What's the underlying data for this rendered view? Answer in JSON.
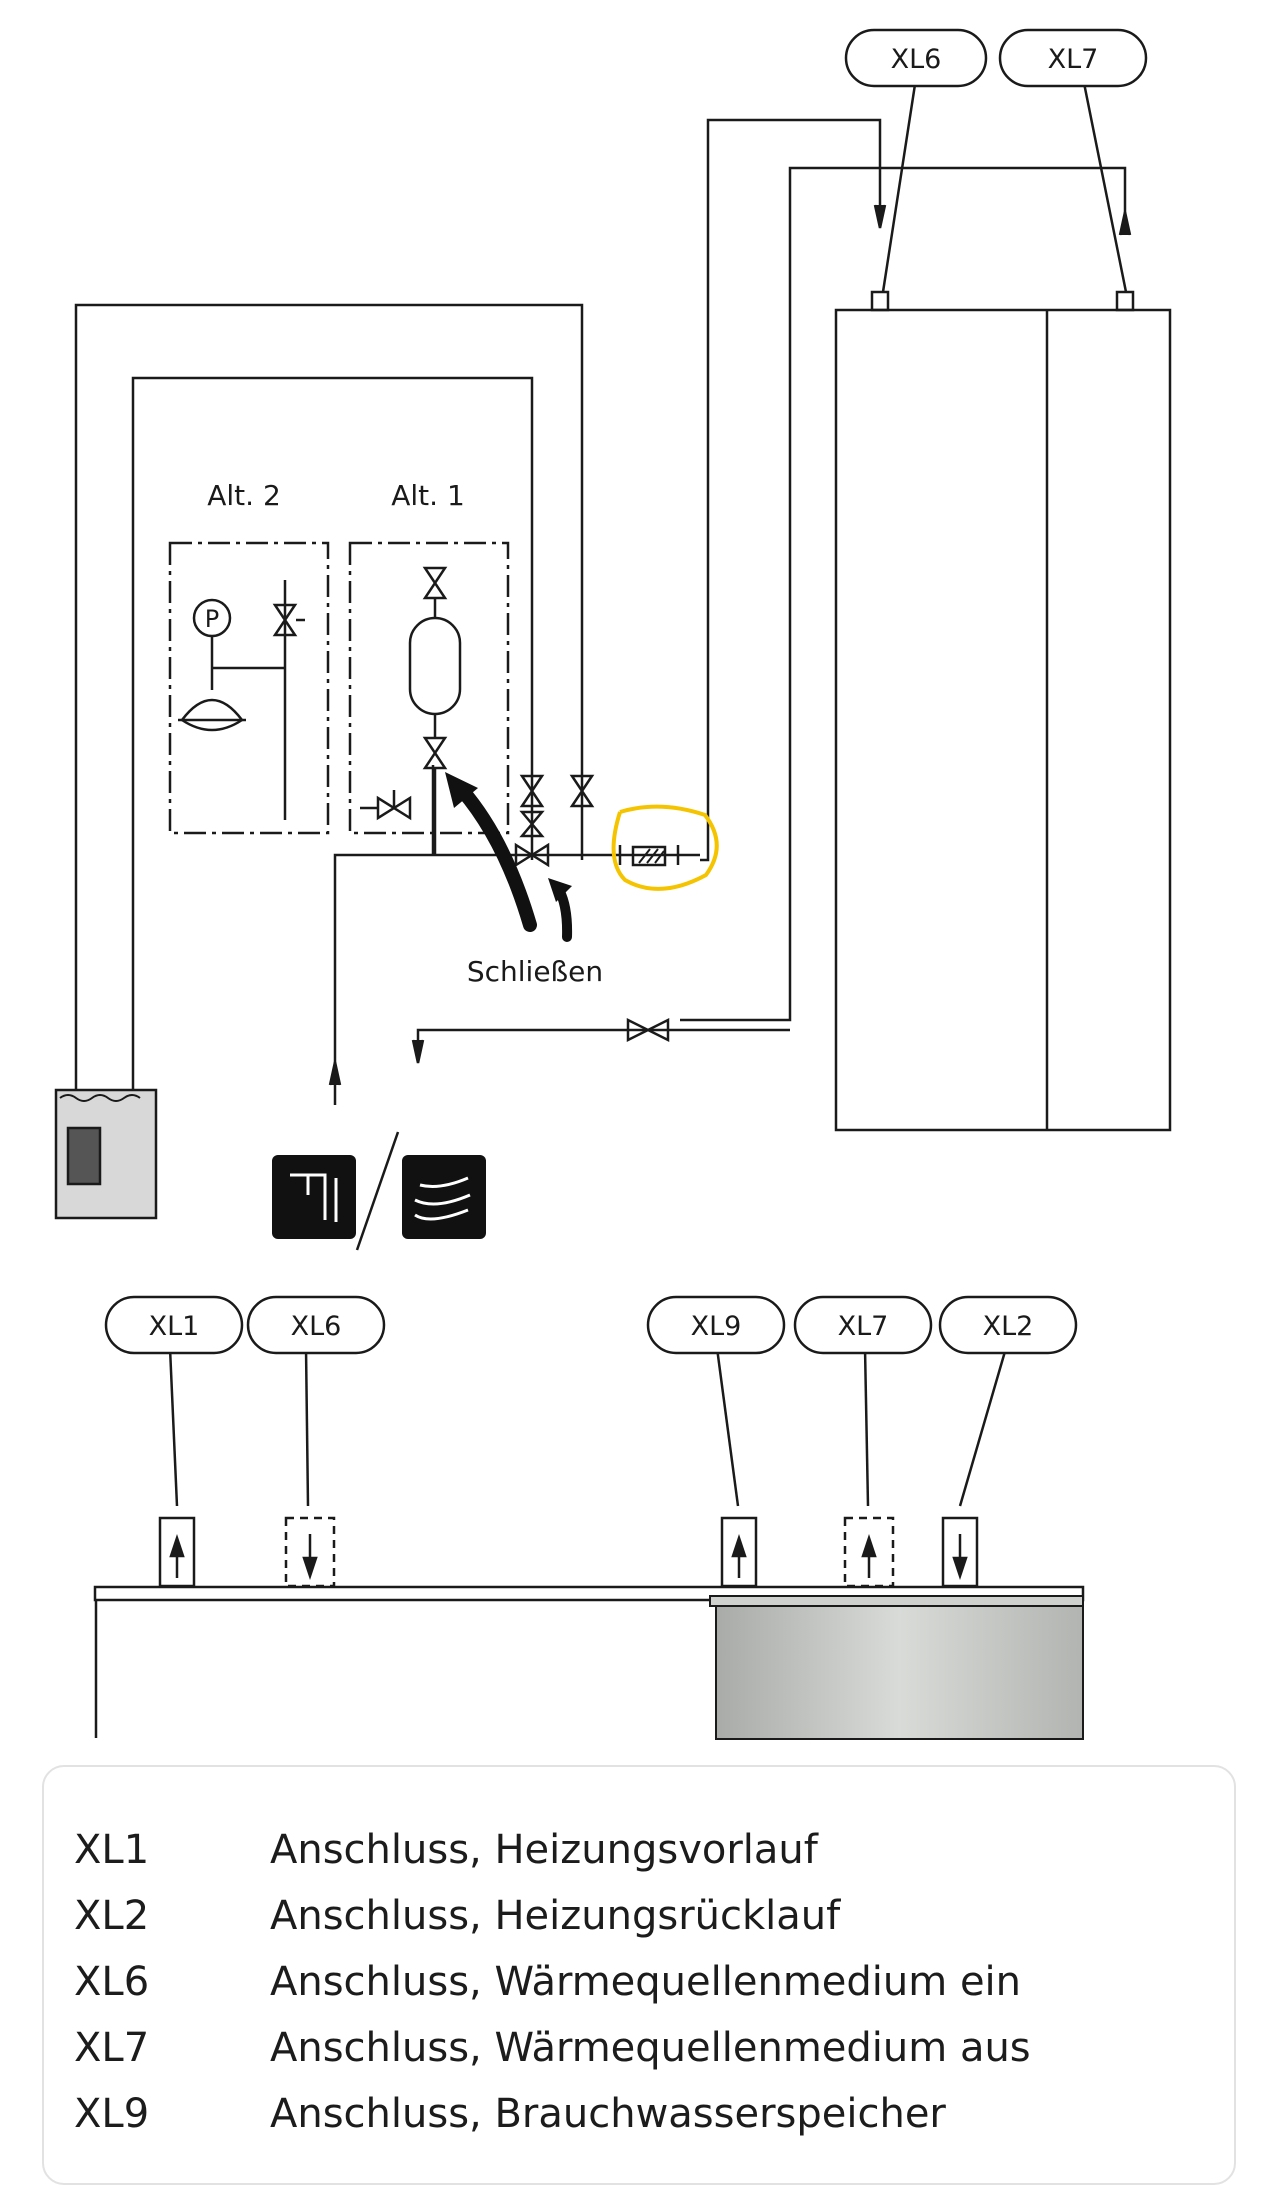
{
  "diagram": {
    "tags_top": [
      "XL6",
      "XL7"
    ],
    "tags_bottom": [
      "XL1",
      "XL6",
      "XL9",
      "XL7",
      "XL2"
    ],
    "alt2_label": "Alt. 2",
    "alt1_label": "Alt. 1",
    "pressure_symbol": "P",
    "close_label": "Schließen",
    "highlight_color": "#f5c400",
    "icons": [
      "hot-water-tap-icon",
      "heating-coil-icon"
    ]
  },
  "legend": {
    "items": [
      {
        "code": "XL1",
        "text": "Anschluss, Heizungsvorlauf"
      },
      {
        "code": "XL2",
        "text": "Anschluss, Heizungsrücklauf"
      },
      {
        "code": "XL6",
        "text": "Anschluss, Wärmequellenmedium ein"
      },
      {
        "code": "XL7",
        "text": "Anschluss, Wärmequellenmedium aus"
      },
      {
        "code": "XL9",
        "text": "Anschluss, Brauchwasserspeicher"
      }
    ]
  }
}
